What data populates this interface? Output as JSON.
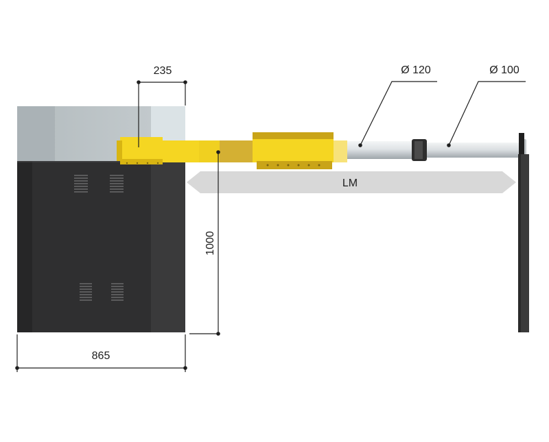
{
  "labels": {
    "top_width": "235",
    "bottom_width": "865",
    "height": "1000",
    "boom_length": "LM",
    "diameter_large": "Ø 120",
    "diameter_small": "Ø 100"
  },
  "colors": {
    "cabinet_body": "#2f2f30",
    "cabinet_top": "#b9c1c4",
    "boom_yellow": "#f5d622",
    "boom_yellow_dark": "#d8b512",
    "tube": "#dfe3e6",
    "arrow_band": "#d8d8d8",
    "post": "#3a3a3a",
    "dimension_line": "#1e1e1e"
  },
  "icons": [
    "cabinet-vent-icon",
    "leader-dot-icon"
  ]
}
